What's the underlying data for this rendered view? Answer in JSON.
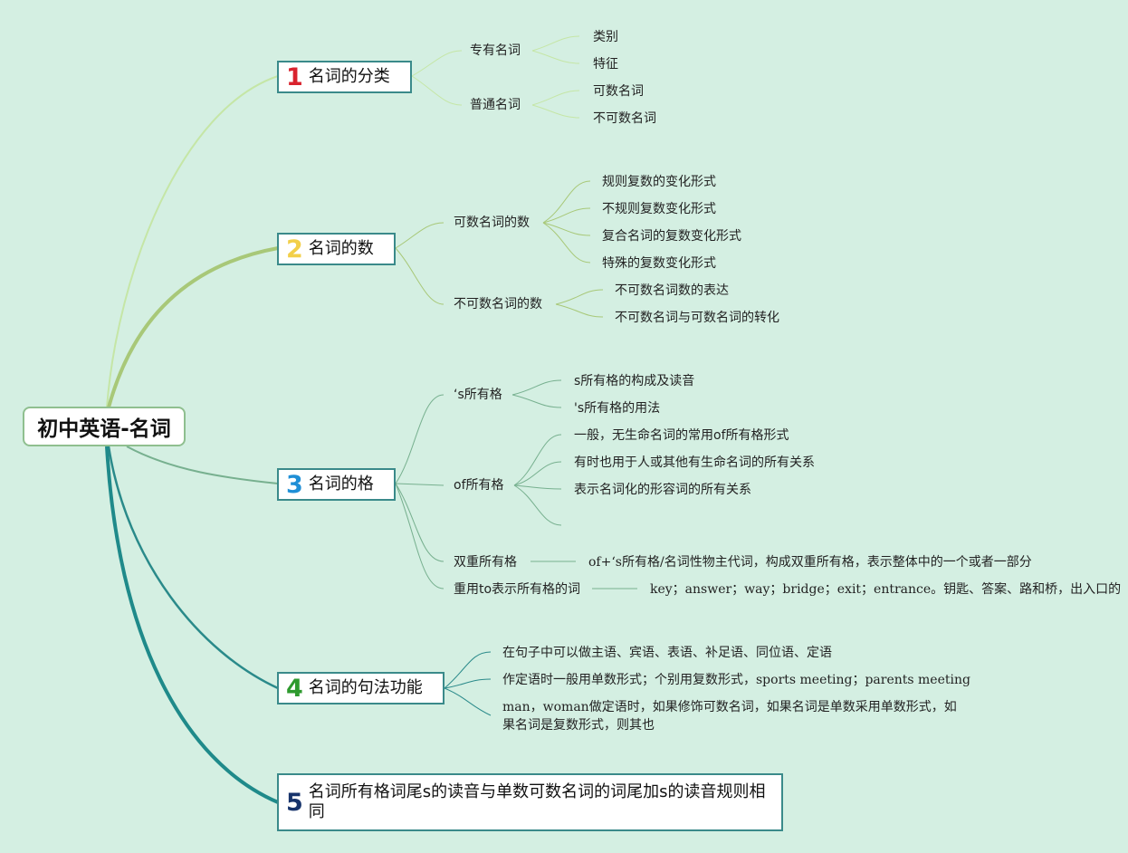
{
  "root": {
    "title": "初中英语-名词"
  },
  "colors": {
    "background": "#d4efe2",
    "branch1": "#c5e6a6",
    "branch2": "#a8c878",
    "branch3": "#77b08f",
    "branch4": "#2a8a8a",
    "branch5": "#1f8a8a",
    "num1": "#d9232e",
    "num2": "#f2cf4a",
    "num3": "#1f8fd6",
    "num4": "#2e9a2e",
    "num5": "#17336b"
  },
  "topics": [
    {
      "num": "1",
      "title": "名词的分类",
      "children": [
        {
          "label": "专有名词",
          "children": [
            {
              "label": "类别"
            },
            {
              "label": "特征"
            }
          ]
        },
        {
          "label": "普通名词",
          "children": [
            {
              "label": "可数名词"
            },
            {
              "label": "不可数名词"
            }
          ]
        }
      ]
    },
    {
      "num": "2",
      "title": "名词的数",
      "children": [
        {
          "label": "可数名词的数",
          "children": [
            {
              "label": "规则复数的变化形式"
            },
            {
              "label": "不规则复数变化形式"
            },
            {
              "label": "复合名词的复数变化形式"
            },
            {
              "label": "特殊的复数变化形式"
            }
          ]
        },
        {
          "label": "不可数名词的数",
          "children": [
            {
              "label": "不可数名词数的表达"
            },
            {
              "label": "不可数名词与可数名词的转化"
            }
          ]
        }
      ]
    },
    {
      "num": "3",
      "title": "名词的格",
      "children": [
        {
          "label": "‘s所有格",
          "children": [
            {
              "label": "s所有格的构成及读音"
            },
            {
              "label": "'s所有格的用法"
            }
          ]
        },
        {
          "label": "of所有格",
          "children": [
            {
              "label": "一般，无生命名词的常用of所有格形式"
            },
            {
              "label": "有时也用于人或其他有生命名词的所有关系"
            },
            {
              "label": "表示名词化的形容词的所有关系"
            },
            {
              "label": ""
            }
          ]
        },
        {
          "label": "双重所有格",
          "children": [
            {
              "label": "of+‘s所有格/名词性物主代词，构成双重所有格，表示整体中的一个或者一部分"
            }
          ]
        },
        {
          "label": "重用to表示所有格的词",
          "children": [
            {
              "label": "key；answer；way；bridge；exit；entrance。钥匙、答案、路和桥，出入口的"
            }
          ]
        }
      ]
    },
    {
      "num": "4",
      "title": "名词的句法功能",
      "children": [
        {
          "label": "在句子中可以做主语、宾语、表语、补足语、同位语、定语"
        },
        {
          "label": "作定语时一般用单数形式；个别用复数形式，sports meeting；parents meeting"
        },
        {
          "label": "man，woman做定语时，如果修饰可数名词，如果名词是单数采用单数形式，如果名词是复数形式，则其也"
        }
      ]
    },
    {
      "num": "5",
      "title": "名词所有格词尾s的读音与单数可数名词的词尾加s的读音规则相同"
    }
  ]
}
